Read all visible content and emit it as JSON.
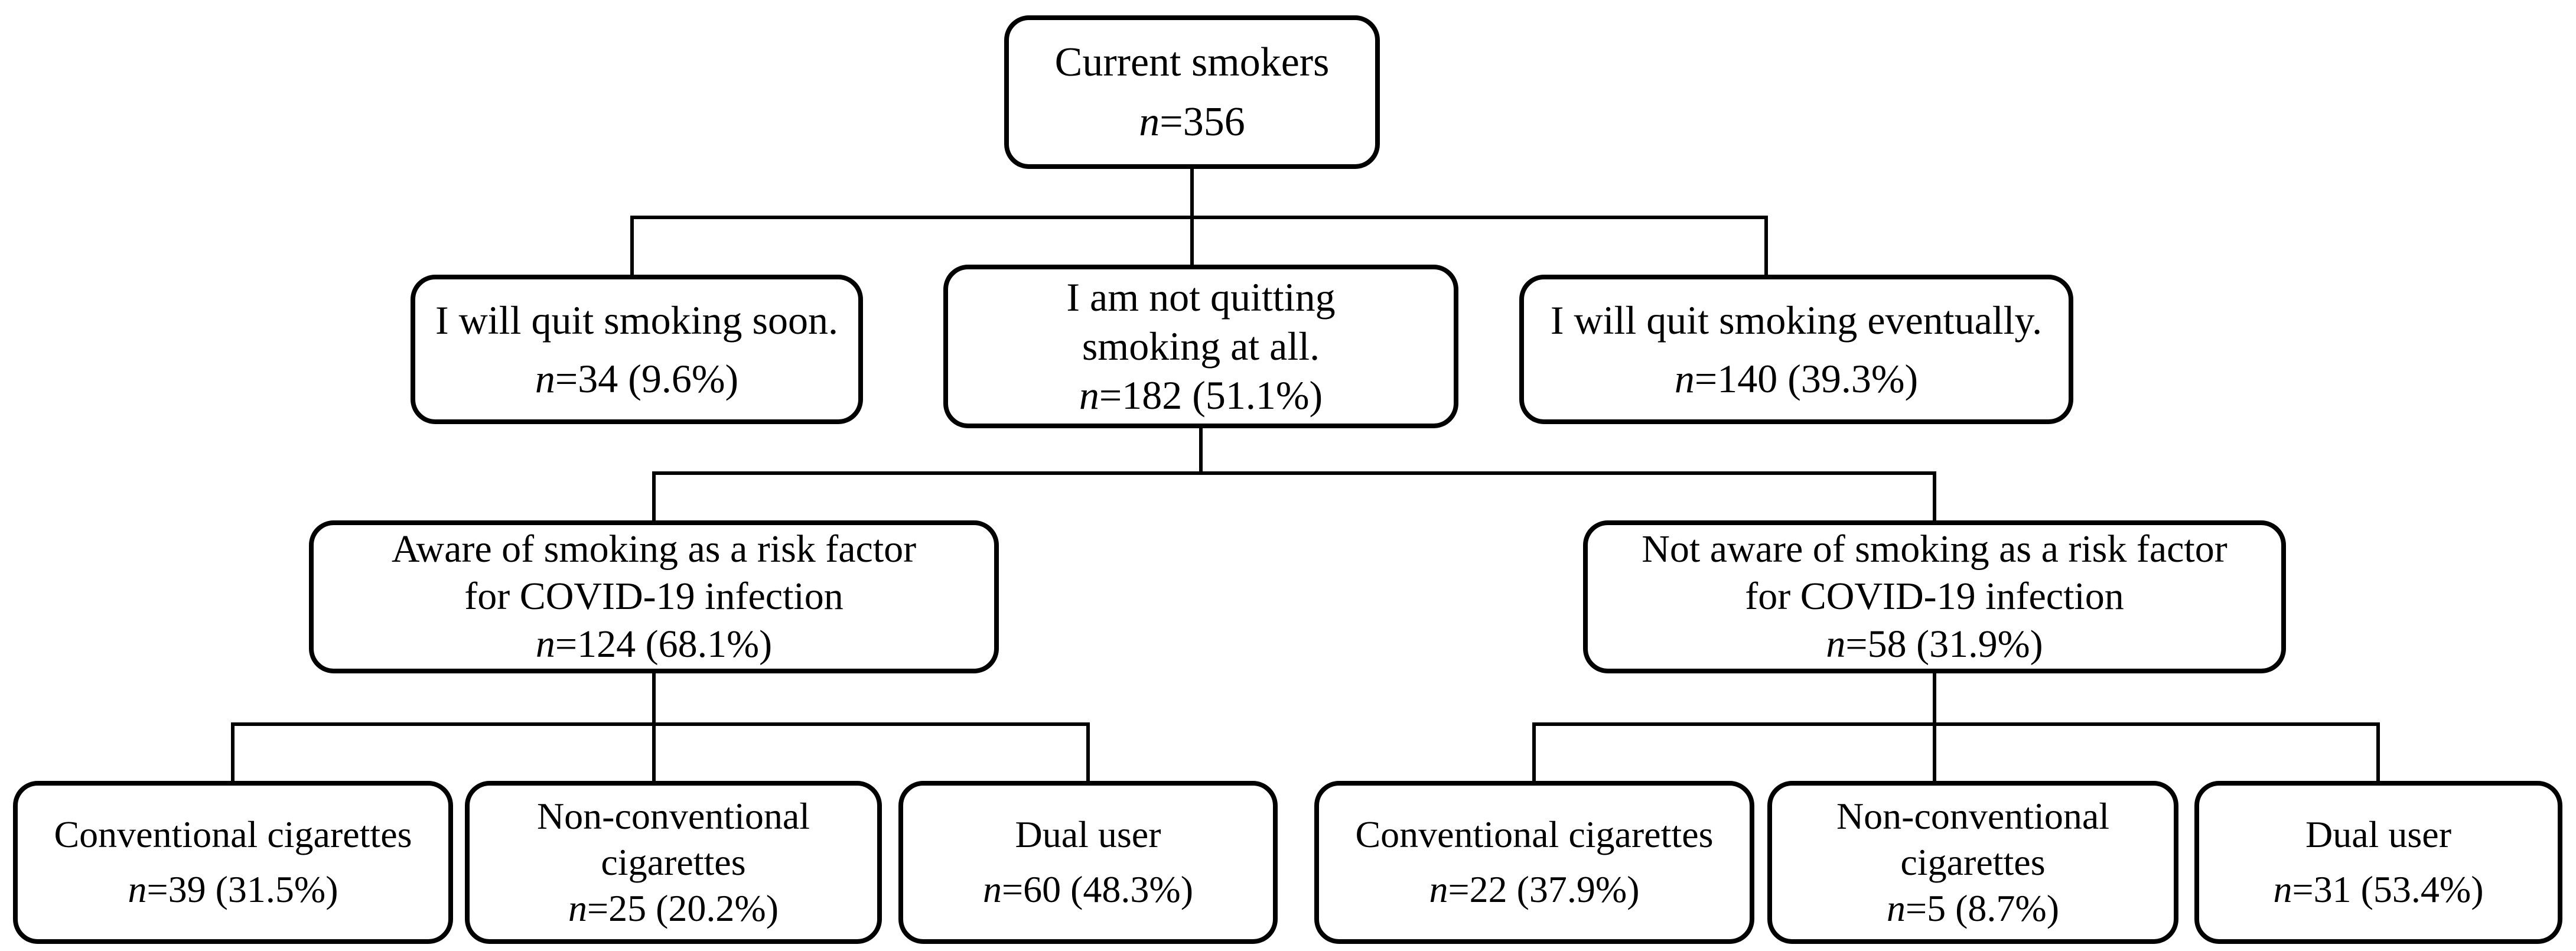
{
  "figure": {
    "background_color": "#ffffff",
    "box_border_color": "#000000",
    "connector_color": "#000000",
    "text_color": "#000000"
  },
  "nodes": {
    "root": {
      "label": "Current smokers",
      "stat": "n=356"
    },
    "quit_soon": {
      "label": "I will quit smoking soon.",
      "stat": "n=34 (9.6%)"
    },
    "not_quitting": {
      "line1": "I am not quitting",
      "line2": "smoking at all.",
      "stat": "n=182 (51.1%)"
    },
    "quit_eventually": {
      "label": "I will quit smoking eventually.",
      "stat": "n=140 (39.3%)"
    },
    "aware": {
      "line1": "Aware of smoking as a risk factor",
      "line2": "for COVID-19 infection",
      "stat": "n=124 (68.1%)"
    },
    "not_aware": {
      "line1": "Not aware of smoking as a risk factor",
      "line2": "for COVID-19 infection",
      "stat": "n=58 (31.9%)"
    },
    "aware_conventional": {
      "label": "Conventional cigarettes",
      "stat": "n=39 (31.5%)"
    },
    "aware_nonconventional": {
      "line1": "Non-conventional",
      "line2": "cigarettes",
      "stat": "n=25 (20.2%)"
    },
    "aware_dual": {
      "label": "Dual user",
      "stat": "n=60 (48.3%)"
    },
    "notaware_conventional": {
      "label": "Conventional cigarettes",
      "stat": "n=22 (37.9%)"
    },
    "notaware_nonconventional": {
      "line1": "Non-conventional",
      "line2": "cigarettes",
      "stat": "n=5 (8.7%)"
    },
    "notaware_dual": {
      "label": "Dual user",
      "stat": "n=31 (53.4%)"
    }
  }
}
